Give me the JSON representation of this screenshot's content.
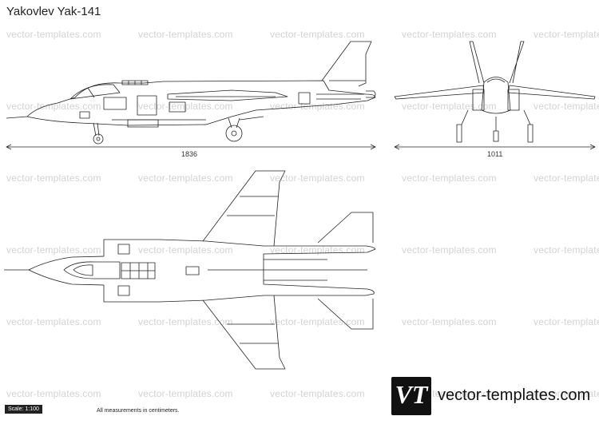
{
  "title": "Yakovlev Yak-141",
  "watermark_text": "vector-templates.com",
  "dimensions": {
    "length": "1836",
    "span": "1011"
  },
  "footer": {
    "scale": "Scale: 1:100",
    "note": "All measurements in centimeters.",
    "logo_letters": "VT",
    "brand_url": "vector-templates.com"
  }
}
